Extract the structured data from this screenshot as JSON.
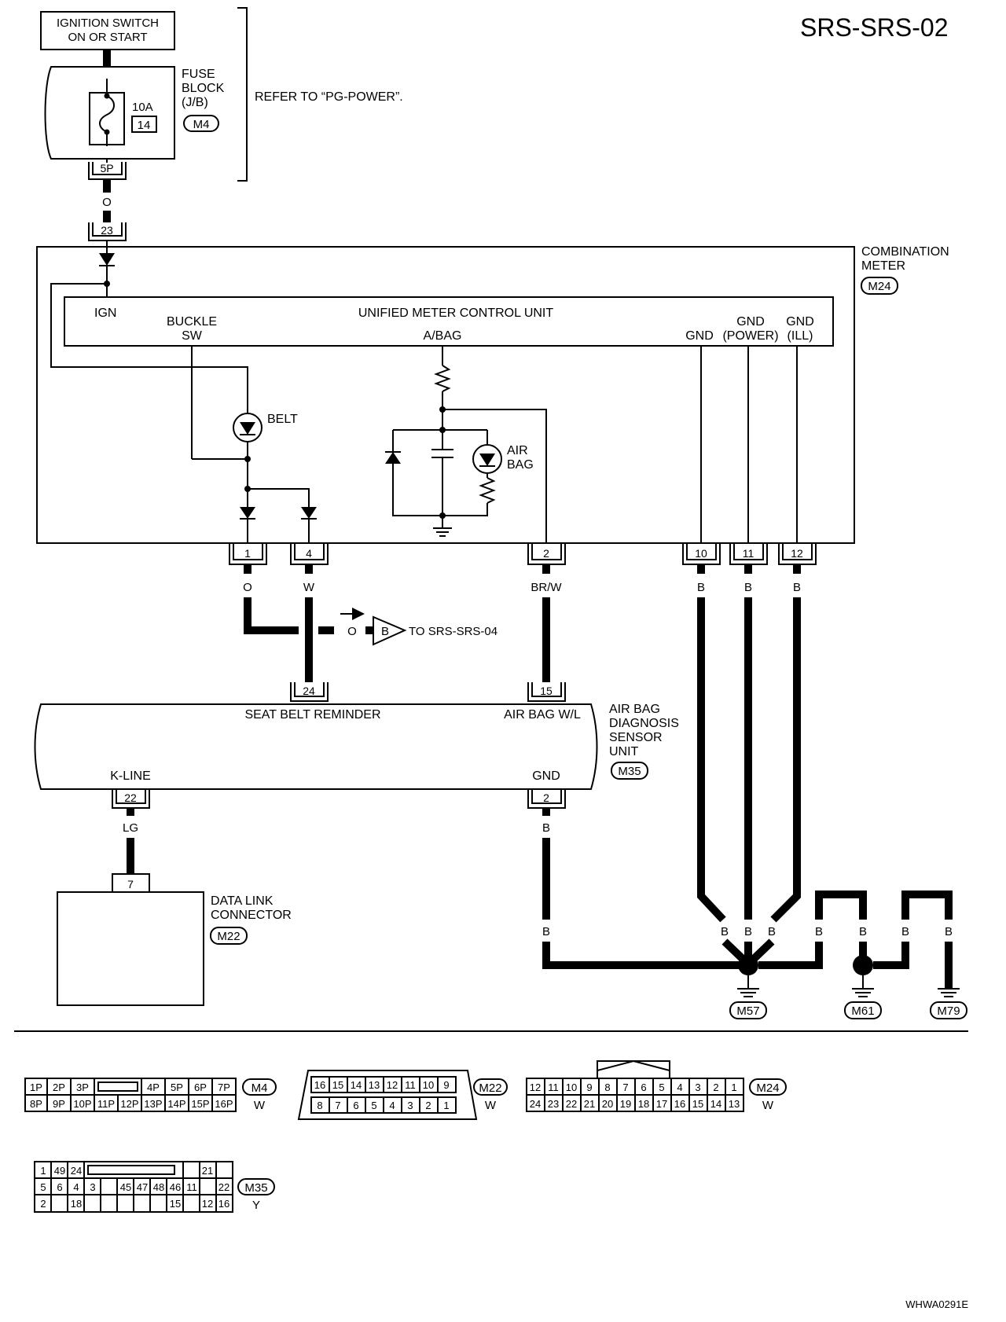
{
  "page": {
    "code": "SRS-SRS-02",
    "footer_code": "WHWA0291E"
  },
  "ignition": {
    "line1": "IGNITION SWITCH",
    "line2": "ON OR START"
  },
  "fuse_block": {
    "line1": "FUSE",
    "line2": "BLOCK",
    "line3": "(J/B)",
    "connector": "M4",
    "rating": "10A",
    "fuse_no": "14",
    "pin": "5P"
  },
  "refer": "REFER TO “PG-POWER”.",
  "combination_meter": {
    "line1": "COMBINATION",
    "line2": "METER",
    "connector": "M24",
    "pin_in": "23"
  },
  "meter_unit": {
    "title": "UNIFIED METER CONTROL UNIT",
    "ign": "IGN",
    "buckle1": "BUCKLE",
    "buckle2": "SW",
    "abag": "A/BAG",
    "gnd": "GND",
    "gnd_power1": "GND",
    "gnd_power2": "(POWER)",
    "gnd_ill1": "GND",
    "gnd_ill2": "(ILL)",
    "belt": "BELT",
    "airbag1": "AIR",
    "airbag2": "BAG"
  },
  "wire_colors": {
    "fuse_out": "O",
    "pin1": "O",
    "pin4": "W",
    "pin2": "BR/W",
    "gnd": "B",
    "kline": "LG"
  },
  "meter_pins": [
    "1",
    "4",
    "2",
    "10",
    "11",
    "12"
  ],
  "crossref": {
    "wire": "O",
    "marker": "B",
    "label": "TO SRS-SRS-04"
  },
  "airbag_unit": {
    "line1": "AIR BAG",
    "line2": "DIAGNOSIS",
    "line3": "SENSOR",
    "line4": "UNIT",
    "connector": "M35",
    "seat_belt": "SEAT BELT REMINDER",
    "wl": "AIR BAG W/L",
    "kline": "K-LINE",
    "gnd": "GND",
    "pin24": "24",
    "pin15": "15",
    "pin22": "22",
    "pin2": "2"
  },
  "dlc": {
    "line1": "DATA LINK",
    "line2": "CONNECTOR",
    "connector": "M22",
    "pin": "7"
  },
  "grounds": [
    "M57",
    "M61",
    "M79"
  ],
  "connector_views": {
    "m4": {
      "id": "M4",
      "color": "W",
      "row1": [
        "1P",
        "2P",
        "3P",
        "4P",
        "5P",
        "6P",
        "7P"
      ],
      "row2": [
        "8P",
        "9P",
        "10P",
        "11P",
        "12P",
        "13P",
        "14P",
        "15P",
        "16P"
      ]
    },
    "m22": {
      "id": "M22",
      "color": "W",
      "row1": [
        "16",
        "15",
        "14",
        "13",
        "12",
        "11",
        "10",
        "9"
      ],
      "row2": [
        "8",
        "7",
        "6",
        "5",
        "4",
        "3",
        "2",
        "1"
      ]
    },
    "m24": {
      "id": "M24",
      "color": "W",
      "row1": [
        "12",
        "11",
        "10",
        "9",
        "8",
        "7",
        "6",
        "5",
        "4",
        "3",
        "2",
        "1"
      ],
      "row2": [
        "24",
        "23",
        "22",
        "21",
        "20",
        "19",
        "18",
        "17",
        "16",
        "15",
        "14",
        "13"
      ]
    },
    "m35": {
      "id": "M35",
      "color": "Y",
      "row1": [
        "1",
        "49",
        "24",
        "21"
      ],
      "row2": [
        "5",
        "6",
        "4",
        "3",
        "45",
        "47",
        "48",
        "46",
        "11",
        "22"
      ],
      "row3": [
        "2",
        "18",
        "15",
        "12",
        "16"
      ]
    }
  }
}
